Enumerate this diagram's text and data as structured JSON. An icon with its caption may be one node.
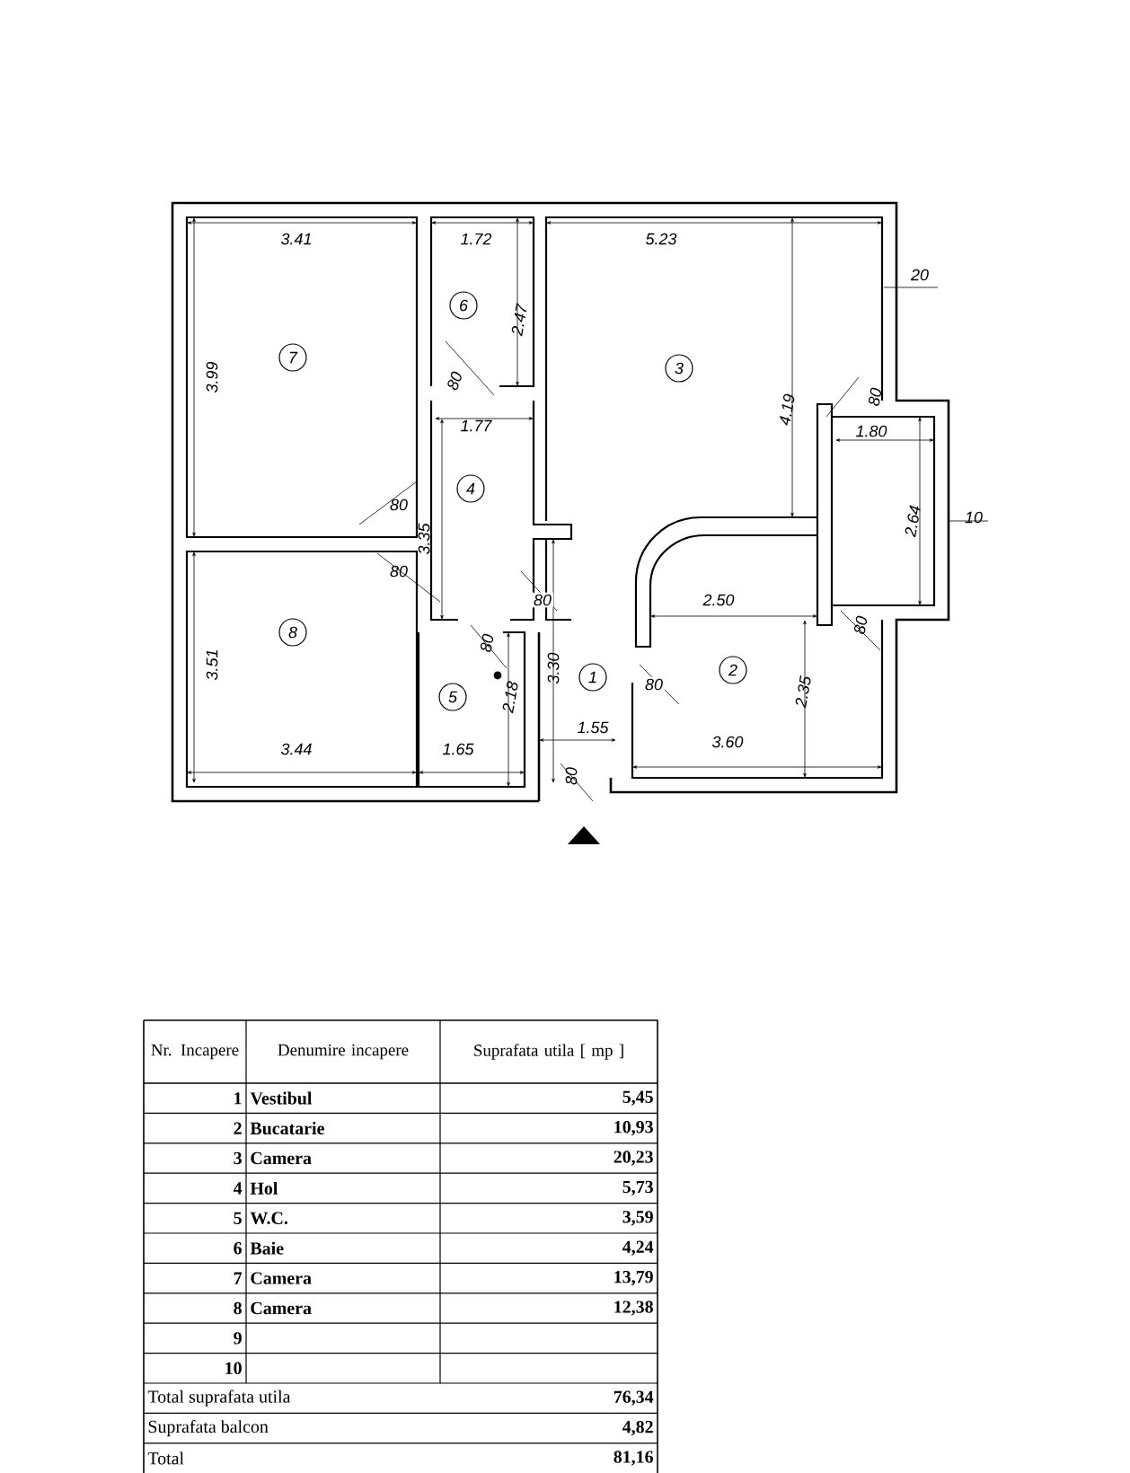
{
  "diagram": {
    "nodes": [
      {
        "text": [
          "7"
        ]
      },
      {
        "text": [
          "6"
        ]
      },
      {
        "text": [
          "3"
        ]
      },
      {
        "text": [
          "4"
        ]
      },
      {
        "text": [
          "8"
        ]
      },
      {
        "text": [
          "5"
        ]
      },
      {
        "text": [
          "1"
        ]
      },
      {
        "text": [
          "2"
        ]
      }
    ],
    "labels": [
      "3.41",
      "1.72",
      "5.23",
      "20",
      "2.47",
      "3.99",
      "80",
      "4.19",
      "80",
      "1.77",
      "1.80",
      "80",
      "3.35",
      "2.64",
      "10",
      "80",
      "80",
      "2.50",
      "80",
      "80",
      "3.51",
      "2.18",
      "3.30",
      "80",
      "2.35",
      "1.55",
      "3.44",
      "1.65",
      "3.60",
      "80",
      "Nr. Incapere",
      "Denumire incapere",
      "Suprafata utila [ mp ]",
      "1",
      "Vestibul",
      "5,45",
      "2",
      "Bucatarie",
      "10,93",
      "3",
      "Camera",
      "20,23",
      "4",
      "Hol",
      "5,73",
      "5",
      "W.C.",
      "3,59",
      "6",
      "Baie",
      "4,24",
      "7",
      "Camera",
      "13,79",
      "8",
      "Camera",
      "12,38",
      "9",
      "10",
      "Total suprafata utila",
      "76,34",
      "Suprafata balcon",
      "4,82",
      "Total",
      "81,16"
    ]
  }
}
